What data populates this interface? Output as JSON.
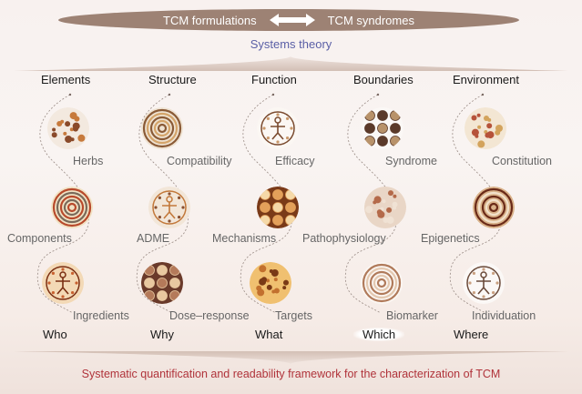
{
  "banner": {
    "left": "TCM formulations",
    "right": "TCM syndromes",
    "arrow_icon": "double-arrow-icon"
  },
  "theory": "Systems theory",
  "categories": [
    "Elements",
    "Structure",
    "Function",
    "Boundaries",
    "Environment"
  ],
  "questions": [
    "Who",
    "Why",
    "What",
    "Which",
    "Where"
  ],
  "rows": [
    [
      "Herbs",
      "Compatibility",
      "Efficacy",
      "Syndrome",
      "Constitution"
    ],
    [
      "Components",
      "ADME",
      "Mechanisms",
      "Pathophysiology",
      "Epigenetics"
    ],
    [
      "Ingredients",
      "Dose–response",
      "Targets",
      "Biomarker",
      "Individuation"
    ]
  ],
  "colors": {
    "banner": "#9d8274",
    "theory_text": "#5a5fa6",
    "footer_text": "#b0333a"
  },
  "footer": "Systematic quantification and readability framework for the characterization of TCM"
}
